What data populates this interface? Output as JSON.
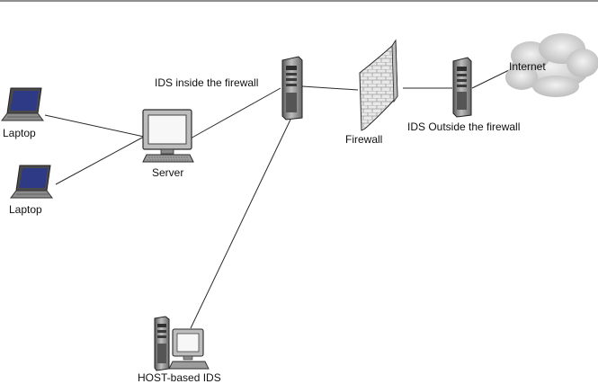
{
  "labels": {
    "laptop_top": "Laptop",
    "laptop_bottom": "Laptop",
    "server": "Server",
    "ids_inside": "IDS inside the firewall",
    "firewall": "Firewall",
    "ids_outside": "IDS Outside the firewall",
    "internet": "Internet",
    "host_ids": "HOST-based IDS"
  },
  "icons": {
    "laptop": "laptop-icon",
    "server": "server-icon",
    "ids": "ids-tower-icon",
    "firewall": "firewall-wall-icon",
    "internet": "cloud-icon",
    "host": "workstation-icon"
  },
  "colors": {
    "line": "#2a2a2a",
    "device_gray": "#9a9a9a",
    "device_dark": "#3c3c3c",
    "cloud": "#c8c8c8",
    "top_rule": "#8f8f8f"
  }
}
